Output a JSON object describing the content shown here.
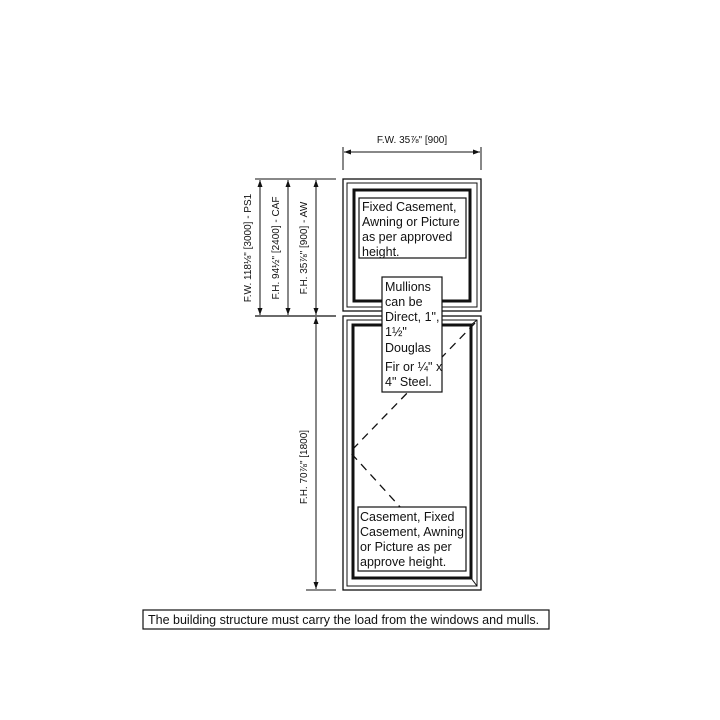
{
  "dimensions": {
    "top_width": "F.W. 35⅞\" [900]",
    "overall_width_ps1": "F.W. 118⅛\" [3000] - PS1",
    "height_caf": "F.H. 94½\" [2400] - CAF",
    "height_aw": "F.H. 35⅞\" [900] - AW",
    "height_bottom": "F.H. 70⅞\" [1800]"
  },
  "notes": {
    "top_window": [
      "Fixed Casement,",
      "Awning or Picture",
      "as per approved",
      "height."
    ],
    "mullions": [
      "Mullions",
      "can be",
      "Direct, 1\",",
      "1½\"",
      "Douglas",
      "Fir or ¼\" x",
      "4\" Steel."
    ],
    "bottom_window": [
      "Casement, Fixed",
      "Casement, Awning",
      "or Picture as per",
      "approve height."
    ]
  },
  "footer_note": "The building structure must carry the load from the windows and mulls."
}
